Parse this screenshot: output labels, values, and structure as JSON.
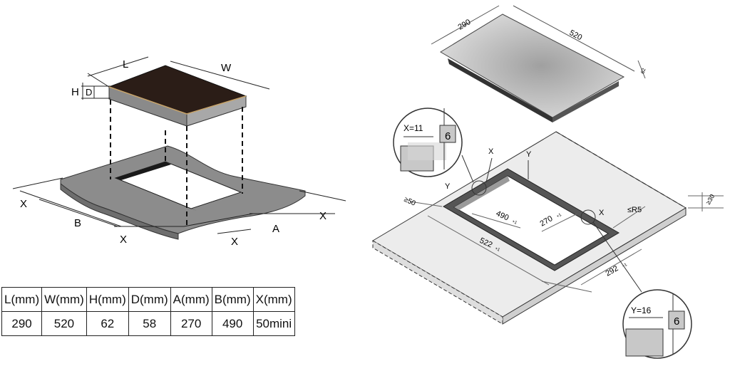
{
  "left_diagram": {
    "labels": {
      "L": "L",
      "W": "W",
      "H": "H",
      "D": "D",
      "X_left": "X",
      "B": "B",
      "X_bottom1": "X",
      "X_bottom2": "X",
      "A": "A",
      "X_right": "X"
    }
  },
  "spec_table": {
    "headers": [
      "L(mm)",
      "W(mm)",
      "H(mm)",
      "D(mm)",
      "A(mm)",
      "B(mm)",
      "X(mm)"
    ],
    "values": [
      "290",
      "520",
      "62",
      "58",
      "270",
      "490",
      "50mini"
    ]
  },
  "right_diagram": {
    "hob_dims": {
      "depth": "290",
      "width": "520",
      "height": "62"
    },
    "cutout": {
      "inner_width": "490",
      "inner_width_tol": "+1",
      "inner_depth": "270",
      "inner_depth_tol": "+1",
      "outer_width": "522",
      "outer_width_tol": "+1",
      "outer_depth": "292",
      "outer_depth_tol": "+1",
      "min_edge": "≥50",
      "worktop": "≥30",
      "radius": "≤R5",
      "label_x1": "X",
      "label_y1": "Y",
      "label_y2": "Y",
      "label_x2": "X"
    },
    "detail_x": {
      "label": "X=11",
      "value": "6"
    },
    "detail_y": {
      "label": "Y=16",
      "value": "6"
    }
  }
}
